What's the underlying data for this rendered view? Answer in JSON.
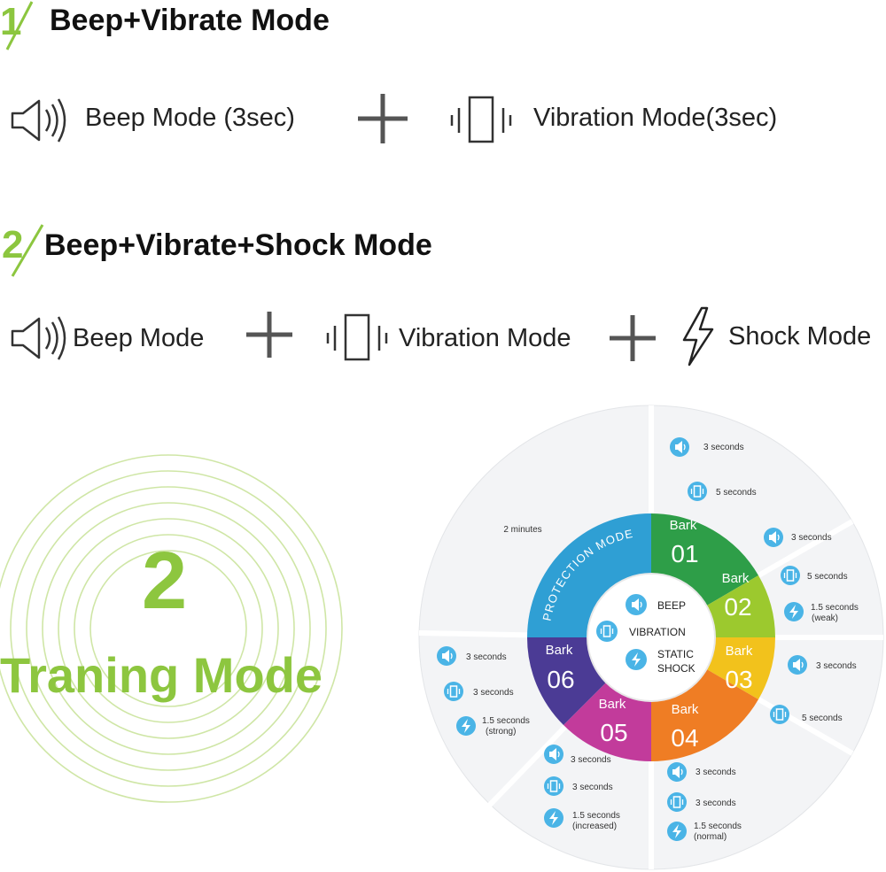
{
  "section1": {
    "number": "1",
    "title": "Beep+Vibrate Mode",
    "beep_label": "Beep Mode (3sec)",
    "vibration_label": "Vibration Mode(3sec)",
    "plus": "+"
  },
  "section2": {
    "number": "2",
    "title": "Beep+Vibrate+Shock Mode",
    "beep_label": "Beep Mode",
    "vibration_label": "Vibration Mode",
    "shock_label": "Shock Mode",
    "plus": "+"
  },
  "training": {
    "number": "2",
    "title": "Traning Mode"
  },
  "wheel": {
    "center": {
      "beep": "BEEP",
      "vibration": "VIBRATION",
      "static": "STATIC",
      "shock": "SHOCK"
    },
    "protection": {
      "label": "PROTECTION MODE",
      "duration": "2 minutes"
    },
    "barks": [
      {
        "word": "Bark",
        "num": "01",
        "color": "#2e9e48"
      },
      {
        "word": "Bark",
        "num": "02",
        "color": "#9cc92e"
      },
      {
        "word": "Bark",
        "num": "03",
        "color": "#f2c21c"
      },
      {
        "word": "Bark",
        "num": "04",
        "color": "#ef7d24"
      },
      {
        "word": "Bark",
        "num": "05",
        "color": "#c23b9b"
      },
      {
        "word": "Bark",
        "num": "06",
        "color": "#4b3b95"
      }
    ],
    "protection_color": "#2f9fd4",
    "icon_color": "#4ab4e6",
    "bark01": {
      "beep": "3 seconds",
      "vibration": "5 seconds"
    },
    "bark02": {
      "beep": "3 seconds",
      "vibration": "5 seconds",
      "shock": "1.5 seconds",
      "shock_note": "(weak)"
    },
    "bark03": {
      "beep": "3 seconds",
      "vibration": "5 seconds"
    },
    "bark04": {
      "beep": "3 seconds",
      "vibration": "3 seconds",
      "shock": "1.5 seconds",
      "shock_note": "(normal)"
    },
    "bark05": {
      "beep": "3 seconds",
      "vibration": "3 seconds",
      "shock": "1.5 seconds",
      "shock_note": "(increased)"
    },
    "bark06": {
      "beep": "3 seconds",
      "vibration": "3 seconds",
      "shock": "1.5 seconds",
      "shock_note": "(strong)"
    }
  }
}
